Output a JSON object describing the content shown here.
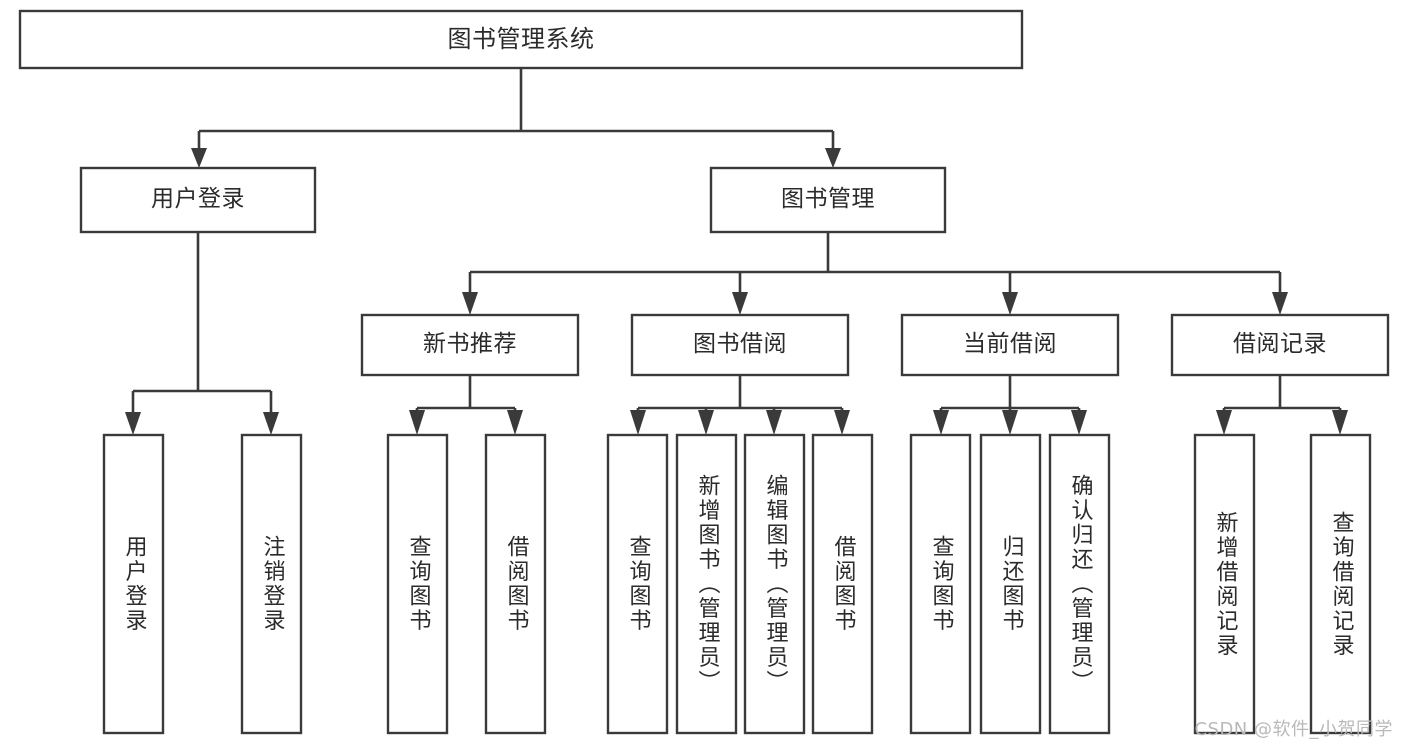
{
  "diagram": {
    "type": "tree-hierarchy",
    "title": "图书管理系统",
    "watermark": "CSDN @软件_小贺同学",
    "levels": [
      {
        "level": 1,
        "nodes": [
          {
            "id": "root",
            "label": "图书管理系统",
            "orientation": "horizontal"
          }
        ]
      },
      {
        "level": 2,
        "nodes": [
          {
            "id": "user-login",
            "label": "用户登录",
            "orientation": "horizontal",
            "parent": "root"
          },
          {
            "id": "book-manage",
            "label": "图书管理",
            "orientation": "horizontal",
            "parent": "root"
          }
        ]
      },
      {
        "level": 3,
        "nodes": [
          {
            "id": "new-book-rec",
            "label": "新书推荐",
            "orientation": "horizontal",
            "parent": "book-manage"
          },
          {
            "id": "book-borrow",
            "label": "图书借阅",
            "orientation": "horizontal",
            "parent": "book-manage"
          },
          {
            "id": "current-borrow",
            "label": "当前借阅",
            "orientation": "horizontal",
            "parent": "book-manage"
          },
          {
            "id": "borrow-record",
            "label": "借阅记录",
            "orientation": "horizontal",
            "parent": "book-manage"
          }
        ]
      },
      {
        "level": 4,
        "nodes": [
          {
            "id": "leaf-user-login",
            "label": "用户登录",
            "orientation": "vertical",
            "parent": "user-login"
          },
          {
            "id": "leaf-logout",
            "label": "注销登录",
            "orientation": "vertical",
            "parent": "user-login"
          },
          {
            "id": "leaf-query-book-1",
            "label": "查询图书",
            "orientation": "vertical",
            "parent": "new-book-rec"
          },
          {
            "id": "leaf-borrow-book-1",
            "label": "借阅图书",
            "orientation": "vertical",
            "parent": "new-book-rec"
          },
          {
            "id": "leaf-query-book-2",
            "label": "查询图书",
            "orientation": "vertical",
            "parent": "book-borrow"
          },
          {
            "id": "leaf-add-book",
            "label": "新增图书（管理员）",
            "orientation": "vertical",
            "parent": "book-borrow"
          },
          {
            "id": "leaf-edit-book",
            "label": "编辑图书（管理员）",
            "orientation": "vertical",
            "parent": "book-borrow"
          },
          {
            "id": "leaf-borrow-book-2",
            "label": "借阅图书",
            "orientation": "vertical",
            "parent": "book-borrow"
          },
          {
            "id": "leaf-query-book-3",
            "label": "查询图书",
            "orientation": "vertical",
            "parent": "current-borrow"
          },
          {
            "id": "leaf-return-book",
            "label": "归还图书",
            "orientation": "vertical",
            "parent": "current-borrow"
          },
          {
            "id": "leaf-confirm-return",
            "label": "确认归还（管理员）",
            "orientation": "vertical",
            "parent": "current-borrow"
          },
          {
            "id": "leaf-add-record",
            "label": "新增借阅记录",
            "orientation": "vertical",
            "parent": "borrow-record"
          },
          {
            "id": "leaf-query-record",
            "label": "查询借阅记录",
            "orientation": "vertical",
            "parent": "borrow-record"
          }
        ]
      }
    ],
    "colors": {
      "box_stroke": "#3a3a3a",
      "box_fill": "#ffffff",
      "text": "#2b2b2b",
      "connector": "#3a3a3a",
      "watermark": "#b9b9b9",
      "background": "#ffffff"
    }
  }
}
